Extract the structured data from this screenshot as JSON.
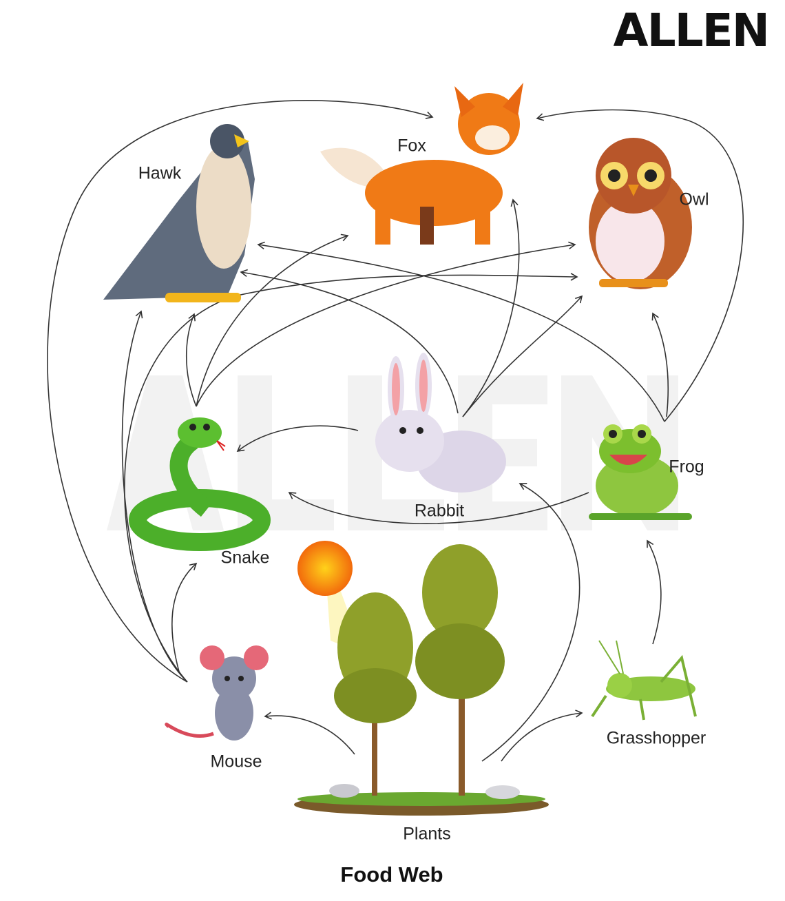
{
  "logo": "ALLEN",
  "watermark": "ALLEN",
  "title": "Food Web",
  "nodes": {
    "hawk": "Hawk",
    "fox": "Fox",
    "owl": "Owl",
    "rabbit": "Rabbit",
    "frog": "Frog",
    "snake": "Snake",
    "mouse": "Mouse",
    "grasshopper": "Grasshopper",
    "plants": "Plants"
  },
  "edges": [
    {
      "from": "Mouse",
      "to": "Hawk"
    },
    {
      "from": "Mouse",
      "to": "Fox"
    },
    {
      "from": "Mouse",
      "to": "Owl"
    },
    {
      "from": "Mouse",
      "to": "Snake"
    },
    {
      "from": "Snake",
      "to": "Hawk"
    },
    {
      "from": "Snake",
      "to": "Fox"
    },
    {
      "from": "Snake",
      "to": "Owl"
    },
    {
      "from": "Rabbit",
      "to": "Snake"
    },
    {
      "from": "Rabbit",
      "to": "Hawk"
    },
    {
      "from": "Rabbit",
      "to": "Fox"
    },
    {
      "from": "Rabbit",
      "to": "Owl"
    },
    {
      "from": "Frog",
      "to": "Snake"
    },
    {
      "from": "Frog",
      "to": "Hawk"
    },
    {
      "from": "Frog",
      "to": "Owl"
    },
    {
      "from": "Frog",
      "to": "Fox"
    },
    {
      "from": "Plants",
      "to": "Mouse"
    },
    {
      "from": "Plants",
      "to": "Rabbit"
    },
    {
      "from": "Plants",
      "to": "Grasshopper"
    },
    {
      "from": "Grasshopper",
      "to": "Frog"
    }
  ]
}
